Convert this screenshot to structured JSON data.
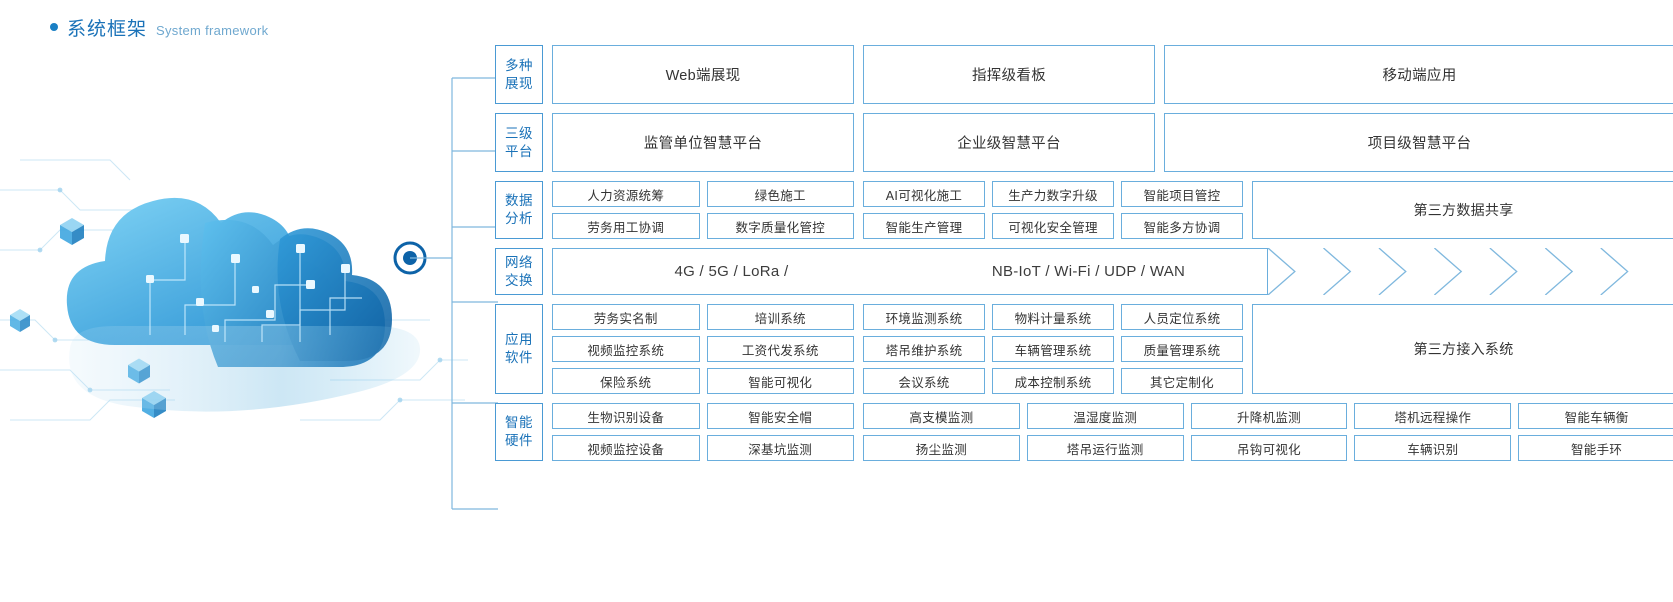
{
  "header": {
    "bullet": "bullet-dot",
    "title_cn": "系统框架",
    "title_en": "System framework",
    "accent_color": "#1a72b8"
  },
  "artwork": {
    "name": "cloud-computing-illustration",
    "node_label": "cloud-node-dot",
    "colors": {
      "cloud_light": "#6fc4ee",
      "cloud_mid": "#2f9ad9",
      "cloud_dark": "#1467a8",
      "node": "#0b4f8a"
    }
  },
  "diagram": {
    "rows": [
      {
        "id": "multi-presentation",
        "label_line1": "多种",
        "label_line2": "展现",
        "groups": [
          {
            "size": "wide",
            "lines": [
              [
                "Web端展现"
              ]
            ]
          },
          {
            "size": "wide",
            "lines": [
              [
                "指挥级看板"
              ]
            ]
          },
          {
            "size": "wide",
            "lines": [
              [
                "移动端应用"
              ]
            ]
          }
        ]
      },
      {
        "id": "three-tier-platform",
        "label_line1": "三级",
        "label_line2": "平台",
        "groups": [
          {
            "size": "wide",
            "lines": [
              [
                "监管单位智慧平台"
              ]
            ]
          },
          {
            "size": "wide",
            "lines": [
              [
                "企业级智慧平台"
              ]
            ]
          },
          {
            "size": "wide",
            "lines": [
              [
                "项目级智慧平台"
              ]
            ]
          }
        ]
      },
      {
        "id": "data-analysis",
        "label_line1": "数据",
        "label_line2": "分析",
        "groups": [
          {
            "size": "pair",
            "lines": [
              [
                "人力资源统筹",
                "绿色施工"
              ],
              [
                "劳务用工协调",
                "数字质量化管控"
              ]
            ]
          },
          {
            "size": "triple",
            "lines": [
              [
                "AI可视化施工",
                "生产力数字升级",
                "智能项目管控"
              ],
              [
                "智能生产管理",
                "可视化安全管理",
                "智能多方协调"
              ]
            ]
          },
          {
            "size": "block",
            "lines": [
              [
                "第三方数据共享"
              ]
            ]
          }
        ]
      },
      {
        "id": "network-exchange",
        "label_line1": "网络",
        "label_line2": "交换",
        "network": {
          "segments": [
            "4G / 5G / LoRa /",
            "NB-IoT / Wi-Fi / UDP / WAN"
          ],
          "chevron_count": 7
        }
      },
      {
        "id": "application-software",
        "label_line1": "应用",
        "label_line2": "软件",
        "groups": [
          {
            "size": "pair",
            "lines": [
              [
                "劳务实名制",
                "培训系统"
              ],
              [
                "视频监控系统",
                "工资代发系统"
              ],
              [
                "保险系统",
                "智能可视化"
              ]
            ]
          },
          {
            "size": "triple",
            "lines": [
              [
                "环境监测系统",
                "物料计量系统",
                "人员定位系统"
              ],
              [
                "塔吊维护系统",
                "车辆管理系统",
                "质量管理系统"
              ],
              [
                "会议系统",
                "成本控制系统",
                "其它定制化"
              ]
            ]
          },
          {
            "size": "block",
            "lines": [
              [
                "第三方接入系统"
              ]
            ]
          }
        ]
      },
      {
        "id": "smart-hardware",
        "label_line1": "智能",
        "label_line2": "硬件",
        "groups": [
          {
            "size": "pair",
            "lines": [
              [
                "生物识别设备",
                "智能安全帽"
              ],
              [
                "视频监控设备",
                "深基坑监测"
              ]
            ]
          },
          {
            "size": "quint",
            "lines": [
              [
                "高支模监测",
                "温湿度监测",
                "升降机监测",
                "塔机远程操作",
                "智能车辆衡"
              ],
              [
                "扬尘监测",
                "塔吊运行监测",
                "吊钩可视化",
                "车辆识别",
                "智能手环"
              ]
            ]
          }
        ]
      }
    ]
  }
}
